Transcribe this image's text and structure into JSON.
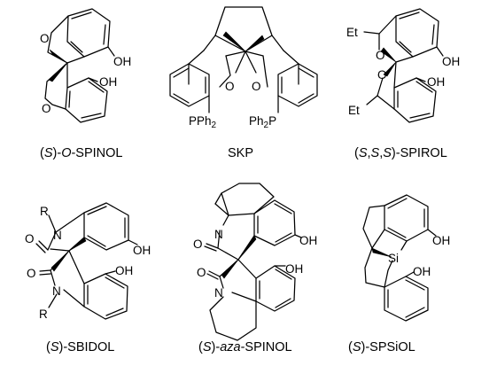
{
  "molecules": [
    {
      "id": "o-spinol",
      "caption_parts": [
        "(",
        "S",
        ")-",
        "O",
        "-SPINOL"
      ],
      "labels": [
        "O",
        "O",
        "OH",
        "OH"
      ]
    },
    {
      "id": "skp",
      "caption_parts": [
        "SKP"
      ],
      "labels": [
        "O",
        "O",
        "PPh",
        "2",
        "Ph",
        "2",
        "P"
      ]
    },
    {
      "id": "spirol",
      "caption_parts": [
        "(",
        "S",
        ",",
        "S",
        ",",
        "S",
        ")-SPIROL"
      ],
      "labels": [
        "Et",
        "Et",
        "O",
        "O",
        "OH",
        "OH"
      ]
    },
    {
      "id": "sbidol",
      "caption_parts": [
        "(",
        "S",
        ")-SBIDOL"
      ],
      "labels": [
        "R",
        "N",
        "O",
        "OH",
        "O",
        "OH",
        "N",
        "R"
      ]
    },
    {
      "id": "aza-spinol",
      "caption_parts": [
        "(",
        "S",
        ")-",
        "aza",
        "-SPINOL"
      ],
      "labels": [
        "N",
        "O",
        "OH",
        "O",
        "OH",
        "N"
      ]
    },
    {
      "id": "spsiol",
      "caption_parts": [
        "(",
        "S",
        ")-SPSiOL"
      ],
      "labels": [
        "OH",
        "Si",
        "OH"
      ]
    }
  ]
}
